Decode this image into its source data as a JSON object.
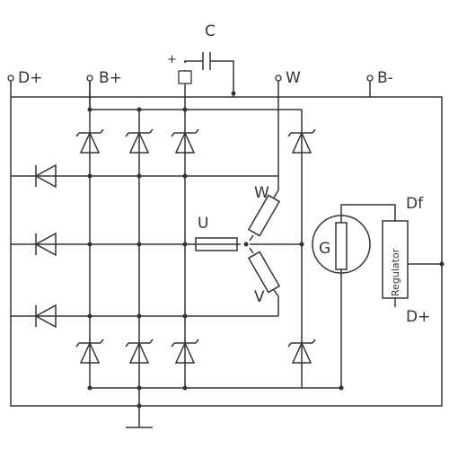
{
  "terminals": {
    "d_plus_top": "D+",
    "b_plus": "B+",
    "w": "W",
    "b_minus": "B-"
  },
  "capacitor": {
    "label": "C",
    "polarity": "+"
  },
  "windings": {
    "u": "U",
    "v": "V",
    "w": "W"
  },
  "generator": {
    "label": "G"
  },
  "regulator": {
    "label": "Regulator",
    "df": "Df",
    "d_plus": "D+"
  }
}
